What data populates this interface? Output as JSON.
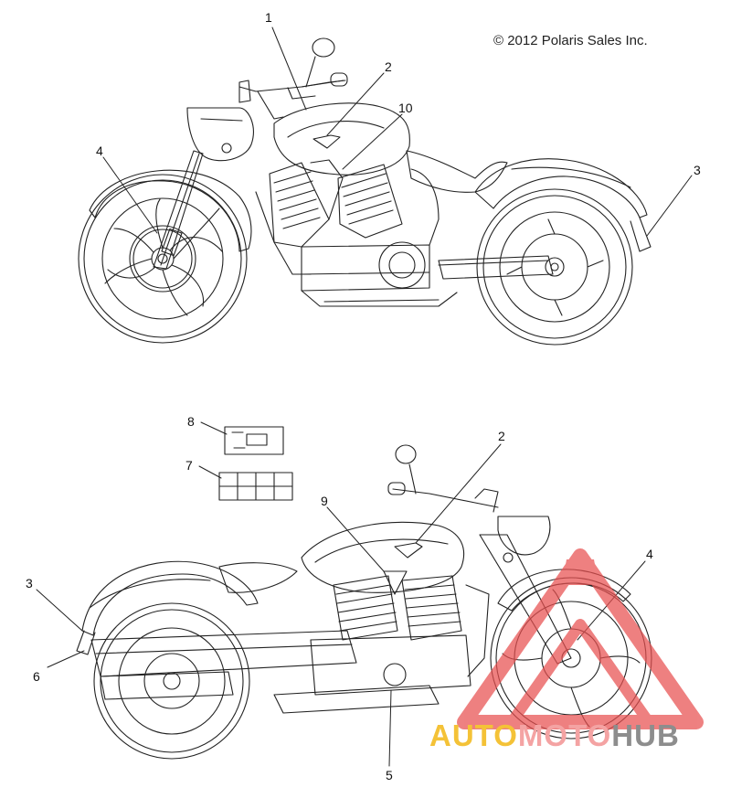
{
  "copyright": "© 2012 Polaris Sales Inc.",
  "callouts": [
    {
      "id": "top-1",
      "label": "1"
    },
    {
      "id": "top-2",
      "label": "2"
    },
    {
      "id": "top-10",
      "label": "10"
    },
    {
      "id": "top-4",
      "label": "4"
    },
    {
      "id": "top-3",
      "label": "3"
    },
    {
      "id": "bot-8",
      "label": "8"
    },
    {
      "id": "bot-7",
      "label": "7"
    },
    {
      "id": "bot-2",
      "label": "2"
    },
    {
      "id": "bot-9",
      "label": "9"
    },
    {
      "id": "bot-4",
      "label": "4"
    },
    {
      "id": "bot-3",
      "label": "3"
    },
    {
      "id": "bot-6",
      "label": "6"
    },
    {
      "id": "bot-5",
      "label": "5"
    }
  ],
  "watermark": {
    "part1": "AUTO",
    "part2": "MOTO",
    "part3": "HUB",
    "colors": {
      "yellow": "#f4c237",
      "red": "#e85050",
      "grey": "#8d8d8d"
    }
  },
  "line_color": "#222222"
}
